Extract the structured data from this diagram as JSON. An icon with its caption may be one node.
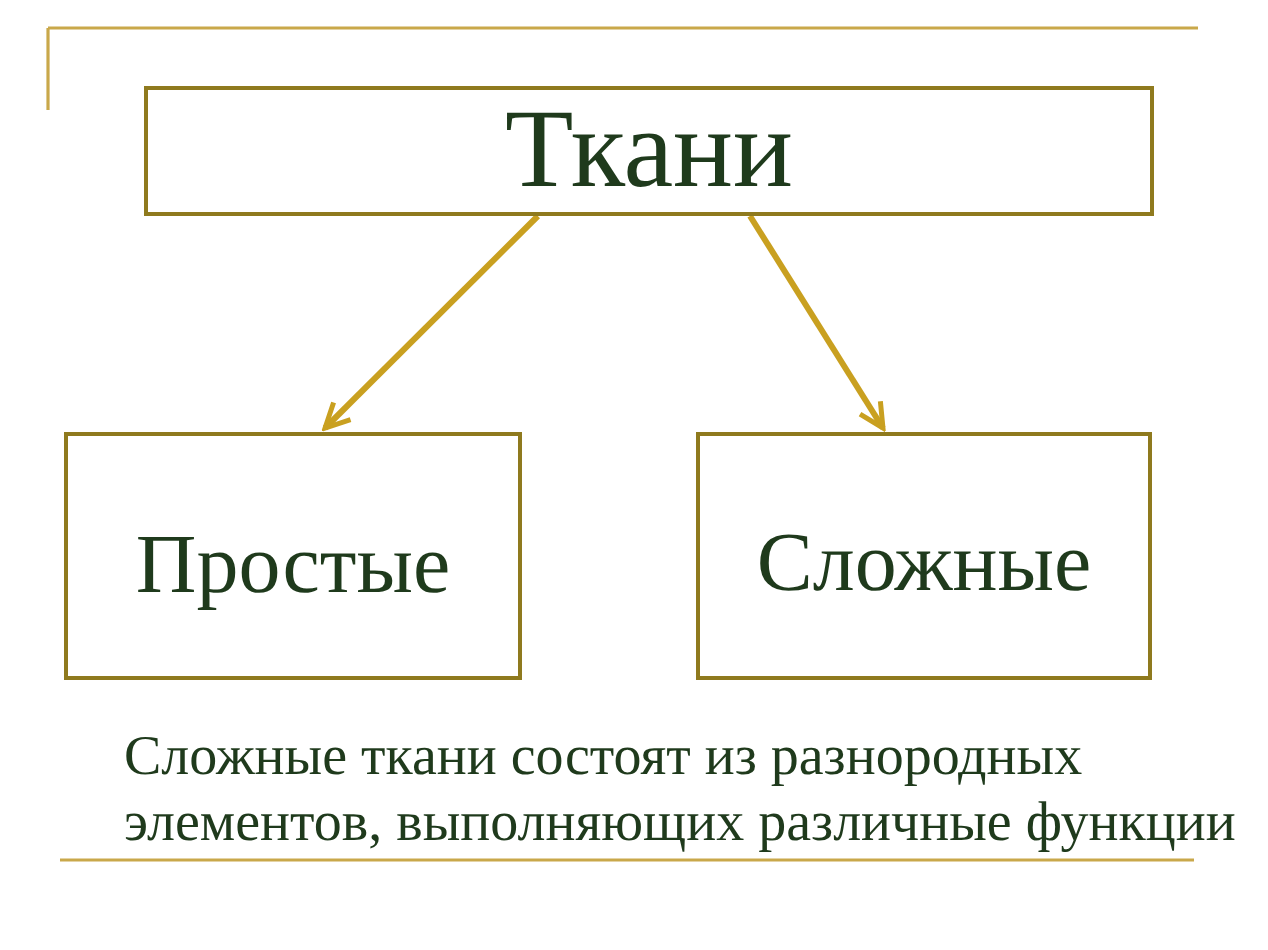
{
  "diagram": {
    "nodes": [
      {
        "text": [
          "Ткани"
        ]
      },
      {
        "text": [
          "Простые"
        ]
      },
      {
        "text": [
          "Сложные"
        ]
      }
    ],
    "edges": [
      {
        "from": 0,
        "to": 1,
        "arrow": "to"
      },
      {
        "from": 0,
        "to": 2,
        "arrow": "to"
      }
    ],
    "labels": [
      "Сложные ткани состоят из разнородных элементов, выполняющих различные функции"
    ]
  }
}
